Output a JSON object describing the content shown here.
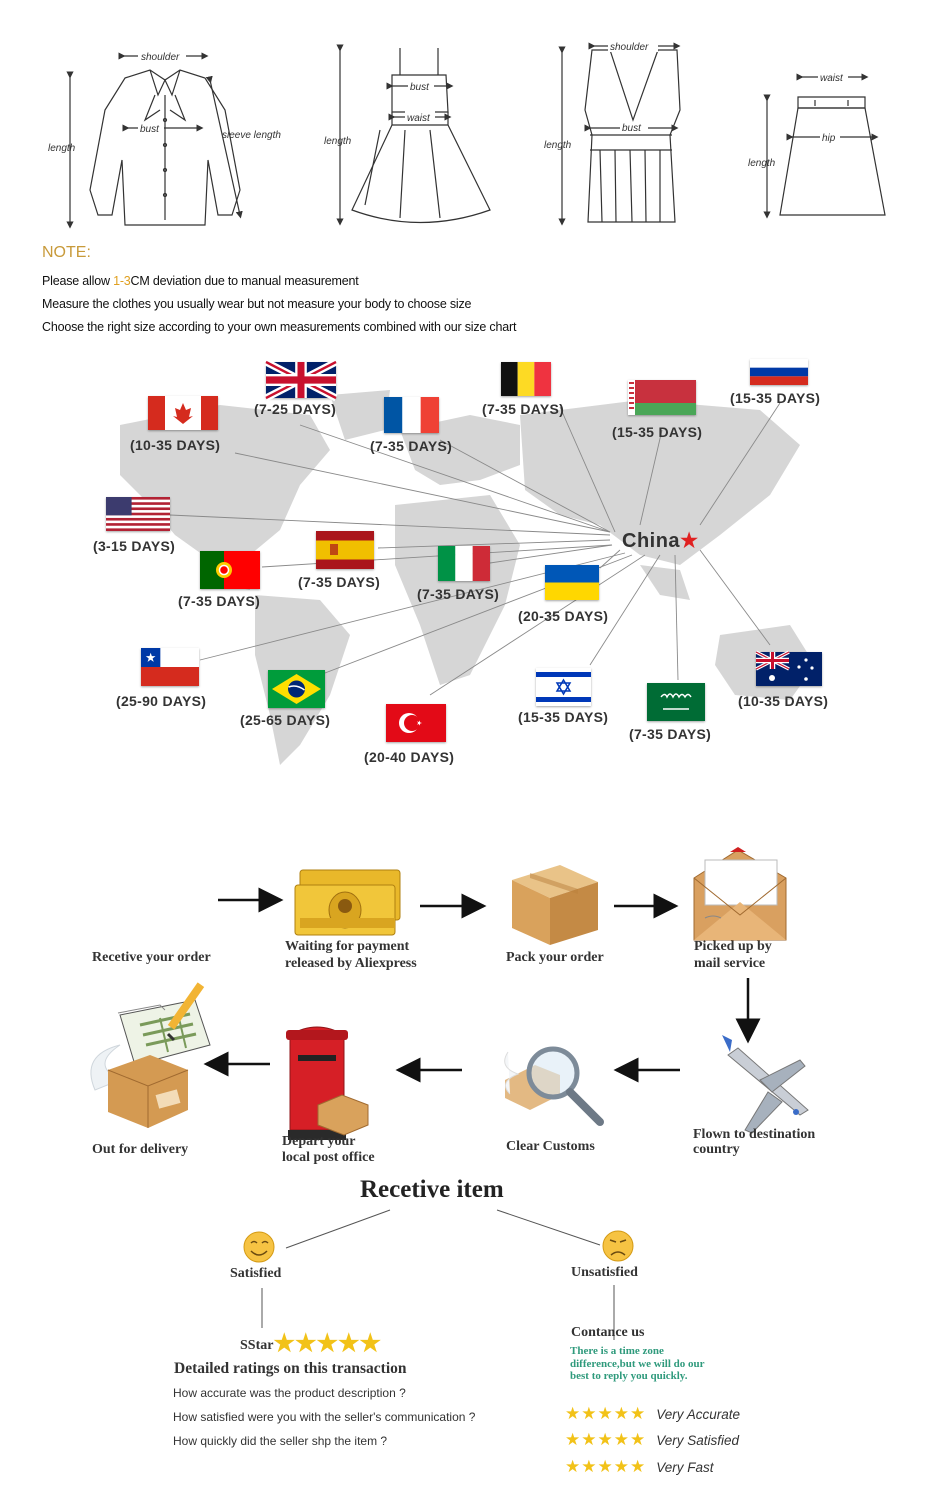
{
  "garments": {
    "shirt": {
      "shoulder": "shoulder",
      "bust": "bust",
      "sleeve": "sleeve length",
      "length": "length"
    },
    "dress": {
      "bust": "bust",
      "waist": "waist",
      "length": "length"
    },
    "tank": {
      "shoulder": "shoulder",
      "bust": "bust",
      "length": "length"
    },
    "skirt": {
      "waist": "waist",
      "hip": "hip",
      "length": "length"
    }
  },
  "note": {
    "title": "NOTE:",
    "line1_pre": "Please allow ",
    "line1_highlight": "1-3",
    "line1_post": "CM deviation due to manual measurement",
    "line2": "Measure the clothes you usually wear but not measure your body to choose size",
    "line3": "Choose the right size according to your own measurements combined with our size chart"
  },
  "shipping": {
    "origin": "China",
    "origin_icon": "★",
    "destinations": [
      {
        "key": "uk",
        "days": "(7-25 DAYS)"
      },
      {
        "key": "canada",
        "days": "(10-35 DAYS)"
      },
      {
        "key": "france",
        "days": "(7-35 DAYS)"
      },
      {
        "key": "belgium",
        "days": "(7-35 DAYS)"
      },
      {
        "key": "belarus",
        "days": "(15-35 DAYS)"
      },
      {
        "key": "russia",
        "days": "(15-35 DAYS)"
      },
      {
        "key": "usa",
        "days": "(3-15 DAYS)"
      },
      {
        "key": "spain",
        "days": "(7-35 DAYS)"
      },
      {
        "key": "portugal",
        "days": "(7-35 DAYS)"
      },
      {
        "key": "italy",
        "days": "(7-35 DAYS)"
      },
      {
        "key": "ukraine",
        "days": "(20-35 DAYS)"
      },
      {
        "key": "chile",
        "days": "(25-90 DAYS)"
      },
      {
        "key": "brazil",
        "days": "(25-65 DAYS)"
      },
      {
        "key": "turkey",
        "days": "(20-40 DAYS)"
      },
      {
        "key": "israel",
        "days": "(15-35 DAYS)"
      },
      {
        "key": "saudi",
        "days": "(7-35 DAYS)"
      },
      {
        "key": "australia",
        "days": "(10-35 DAYS)"
      }
    ]
  },
  "process": {
    "steps": [
      {
        "line1": "Recetive your order",
        "line2": ""
      },
      {
        "line1": "Waiting for payment",
        "line2": "released by Aliexpress"
      },
      {
        "line1": "Pack your order",
        "line2": ""
      },
      {
        "line1": "Picked up by",
        "line2": "mail service"
      },
      {
        "line1": "Flown to destination",
        "line2": "country"
      },
      {
        "line1": "Clear Customs",
        "line2": ""
      },
      {
        "line1": "Depart your",
        "line2": "local post office"
      },
      {
        "line1": "Out for delivery",
        "line2": ""
      }
    ]
  },
  "feedback": {
    "title": "Recetive item",
    "satisfied": "Satisfied",
    "unsatisfied": "Unsatisfied",
    "sstar": "SStar",
    "stars": "★★★★★",
    "ratings_title": "Detailed ratings on this transaction",
    "questions": [
      "How accurate was the product description ?",
      "How satisfied were you with the seller's communication ?",
      "How quickly did the seller shp the item ?"
    ],
    "answers": [
      "Very Accurate",
      "Very Satisfied",
      "Very Fast"
    ],
    "contact_title": "Contance us",
    "contact_text": "There is a time zone difference,but we will do our best to reply you quickly."
  }
}
